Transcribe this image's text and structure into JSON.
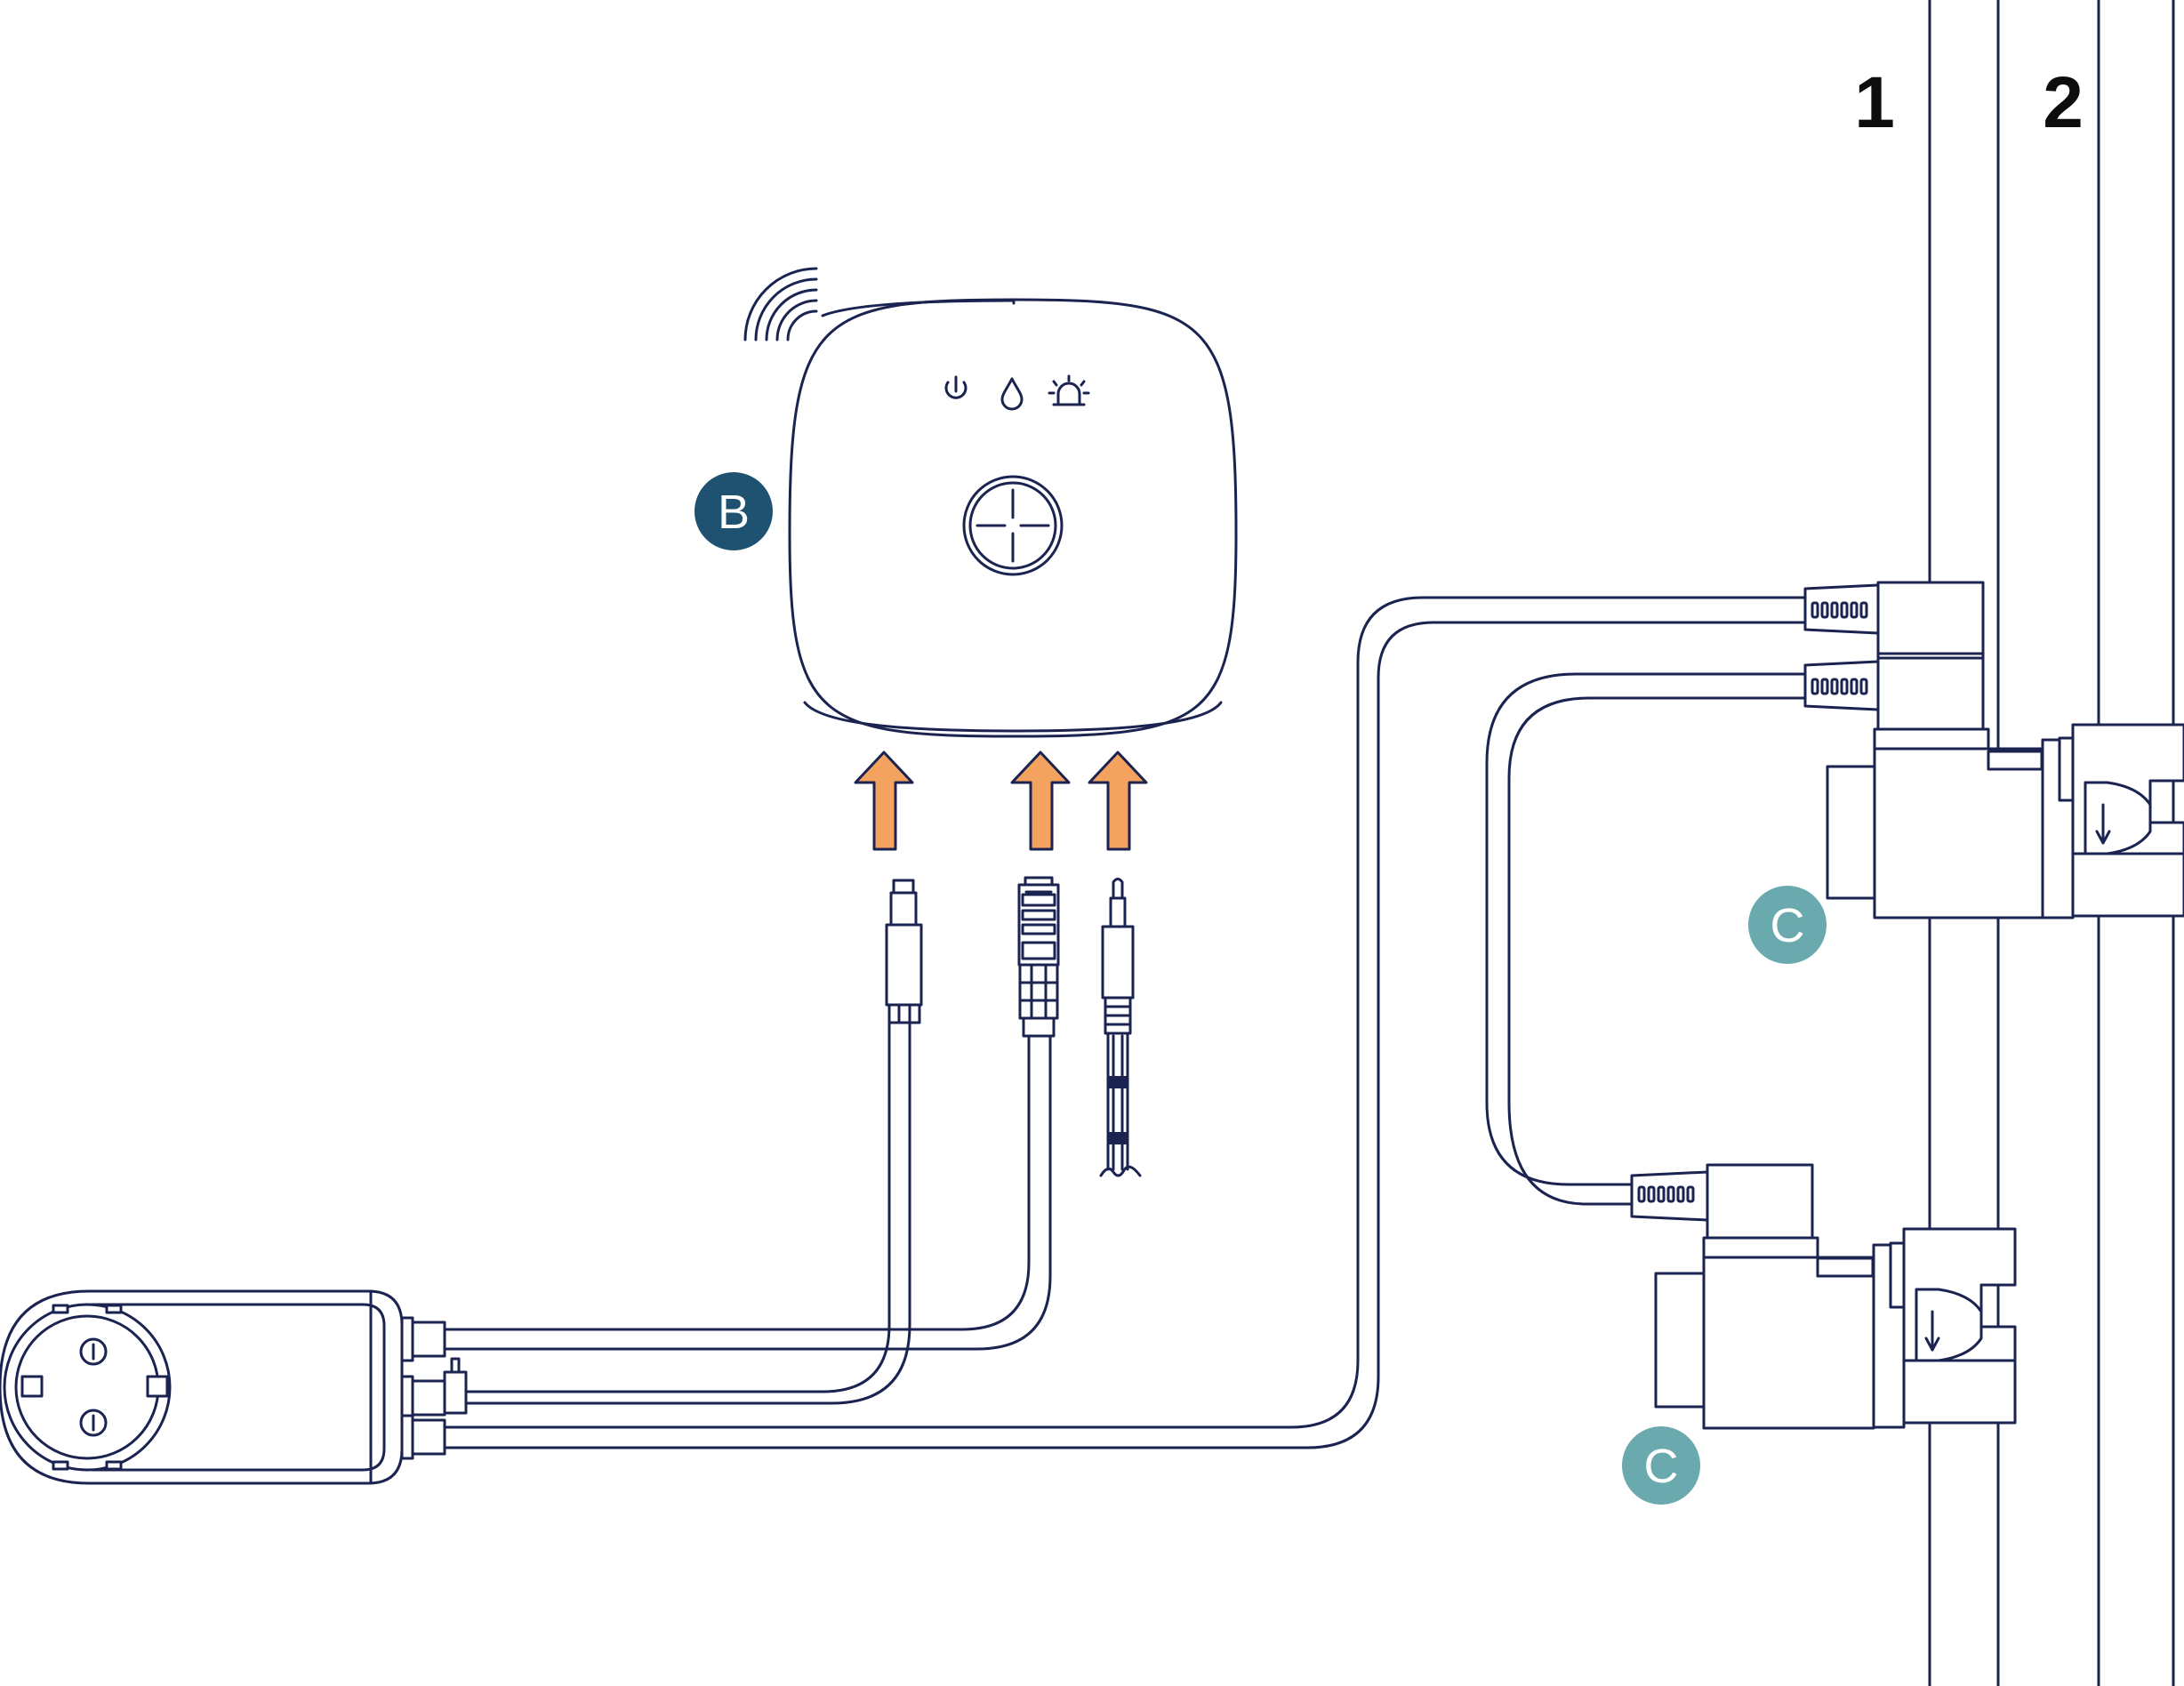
{
  "labels": {
    "pipe_1": "1",
    "pipe_2": "2",
    "hub_badge": "B",
    "valve_badge_upper": "C",
    "valve_badge_lower": "C"
  },
  "colors": {
    "line": "#1b2350",
    "arrow": "#f4a25f",
    "badge_b": "#1f5270",
    "badge_c": "#6aa9ad"
  },
  "icons": {
    "hub_status": [
      "power-icon",
      "water-drop-icon",
      "alarm-icon"
    ],
    "hub_button": "plus-button-icon",
    "wireless": "wifi-signal-icon"
  }
}
